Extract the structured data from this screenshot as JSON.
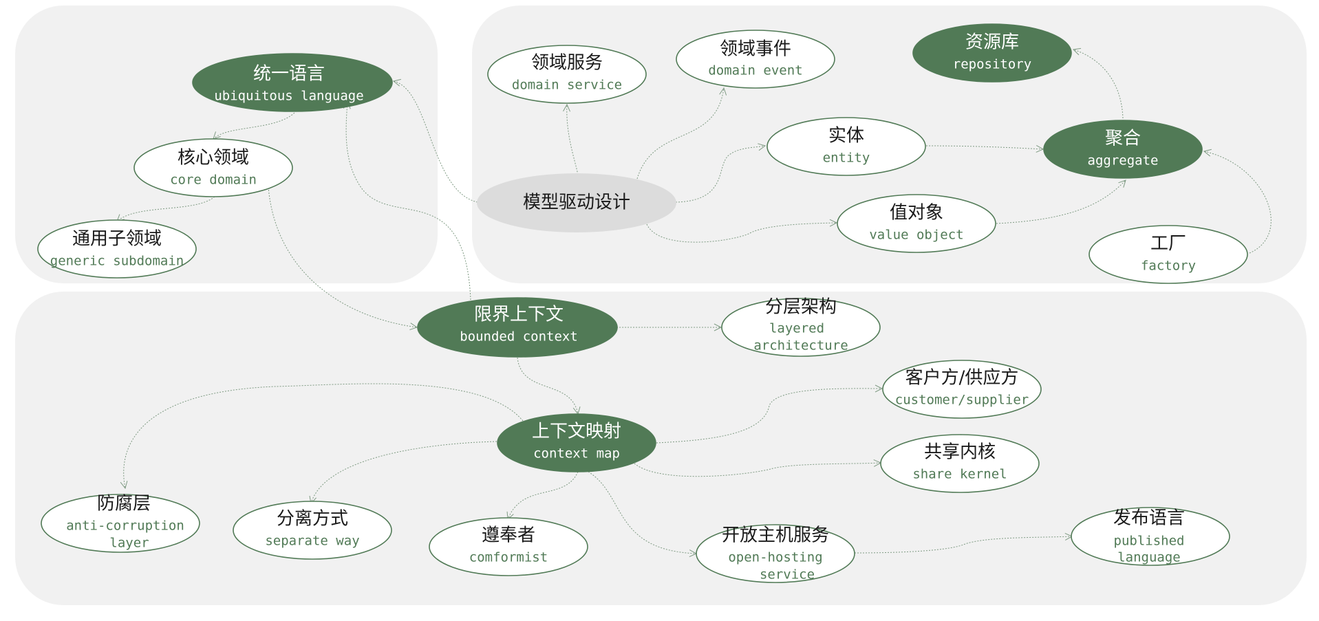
{
  "colors": {
    "accent": "#517a56",
    "zone_background": "#f1f1f1",
    "center_node": "#dcdcdc",
    "edge": "#7e9a82"
  },
  "nodes": {
    "ubiquitous_language": {
      "zh": "统一语言",
      "en": [
        "ubiquitous language"
      ],
      "style": "filled"
    },
    "core_domain": {
      "zh": "核心领域",
      "en": [
        "core domain"
      ],
      "style": "outline"
    },
    "generic_subdomain": {
      "zh": "通用子领域",
      "en": [
        "generic subdomain"
      ],
      "style": "outline"
    },
    "domain_service": {
      "zh": "领域服务",
      "en": [
        "domain service"
      ],
      "style": "outline"
    },
    "domain_event": {
      "zh": "领域事件",
      "en": [
        "domain event"
      ],
      "style": "outline"
    },
    "repository": {
      "zh": "资源库",
      "en": [
        "repository"
      ],
      "style": "filled"
    },
    "entity": {
      "zh": "实体",
      "en": [
        "entity"
      ],
      "style": "outline"
    },
    "aggregate": {
      "zh": "聚合",
      "en": [
        "aggregate"
      ],
      "style": "filled"
    },
    "model_driven_design": {
      "zh": "模型驱动设计",
      "en": [],
      "style": "center"
    },
    "value_object": {
      "zh": "值对象",
      "en": [
        "value object"
      ],
      "style": "outline"
    },
    "factory": {
      "zh": "工厂",
      "en": [
        "factory"
      ],
      "style": "outline"
    },
    "bounded_context": {
      "zh": "限界上下文",
      "en": [
        "bounded context"
      ],
      "style": "filled"
    },
    "layered_architecture": {
      "zh": "分层架构",
      "en": [
        "layered",
        "architecture"
      ],
      "style": "outline"
    },
    "customer_supplier": {
      "zh": "客户方/供应方",
      "en": [
        "customer/supplier"
      ],
      "style": "outline"
    },
    "context_map": {
      "zh": "上下文映射",
      "en": [
        "context map"
      ],
      "style": "filled"
    },
    "share_kernel": {
      "zh": "共享内核",
      "en": [
        "share kernel"
      ],
      "style": "outline"
    },
    "anti_corruption_layer": {
      "zh": "防腐层",
      "en": [
        "anti-corruption",
        "layer"
      ],
      "style": "outline"
    },
    "separate_way": {
      "zh": "分离方式",
      "en": [
        "separate way"
      ],
      "style": "outline"
    },
    "conformist": {
      "zh": "遵奉者",
      "en": [
        "comformist"
      ],
      "style": "outline"
    },
    "open_host_service": {
      "zh": "开放主机服务",
      "en": [
        "open-hosting",
        "service"
      ],
      "style": "outline"
    },
    "published_language": {
      "zh": "发布语言",
      "en": [
        "published",
        "language"
      ],
      "style": "outline"
    }
  },
  "edges": [
    {
      "from": "model_driven_design",
      "to": "ubiquitous_language"
    },
    {
      "from": "ubiquitous_language",
      "to": "core_domain"
    },
    {
      "from": "core_domain",
      "to": "generic_subdomain"
    },
    {
      "from": "core_domain",
      "to": "bounded_context"
    },
    {
      "from": "bounded_context",
      "to": "ubiquitous_language"
    },
    {
      "from": "model_driven_design",
      "to": "domain_service"
    },
    {
      "from": "model_driven_design",
      "to": "domain_event"
    },
    {
      "from": "model_driven_design",
      "to": "entity"
    },
    {
      "from": "model_driven_design",
      "to": "value_object"
    },
    {
      "from": "entity",
      "to": "aggregate"
    },
    {
      "from": "value_object",
      "to": "aggregate"
    },
    {
      "from": "aggregate",
      "to": "repository"
    },
    {
      "from": "factory",
      "to": "aggregate"
    },
    {
      "from": "bounded_context",
      "to": "layered_architecture"
    },
    {
      "from": "bounded_context",
      "to": "context_map"
    },
    {
      "from": "context_map",
      "to": "customer_supplier"
    },
    {
      "from": "context_map",
      "to": "share_kernel"
    },
    {
      "from": "context_map",
      "to": "anti_corruption_layer"
    },
    {
      "from": "context_map",
      "to": "separate_way"
    },
    {
      "from": "context_map",
      "to": "conformist"
    },
    {
      "from": "context_map",
      "to": "open_host_service"
    },
    {
      "from": "open_host_service",
      "to": "published_language"
    }
  ]
}
